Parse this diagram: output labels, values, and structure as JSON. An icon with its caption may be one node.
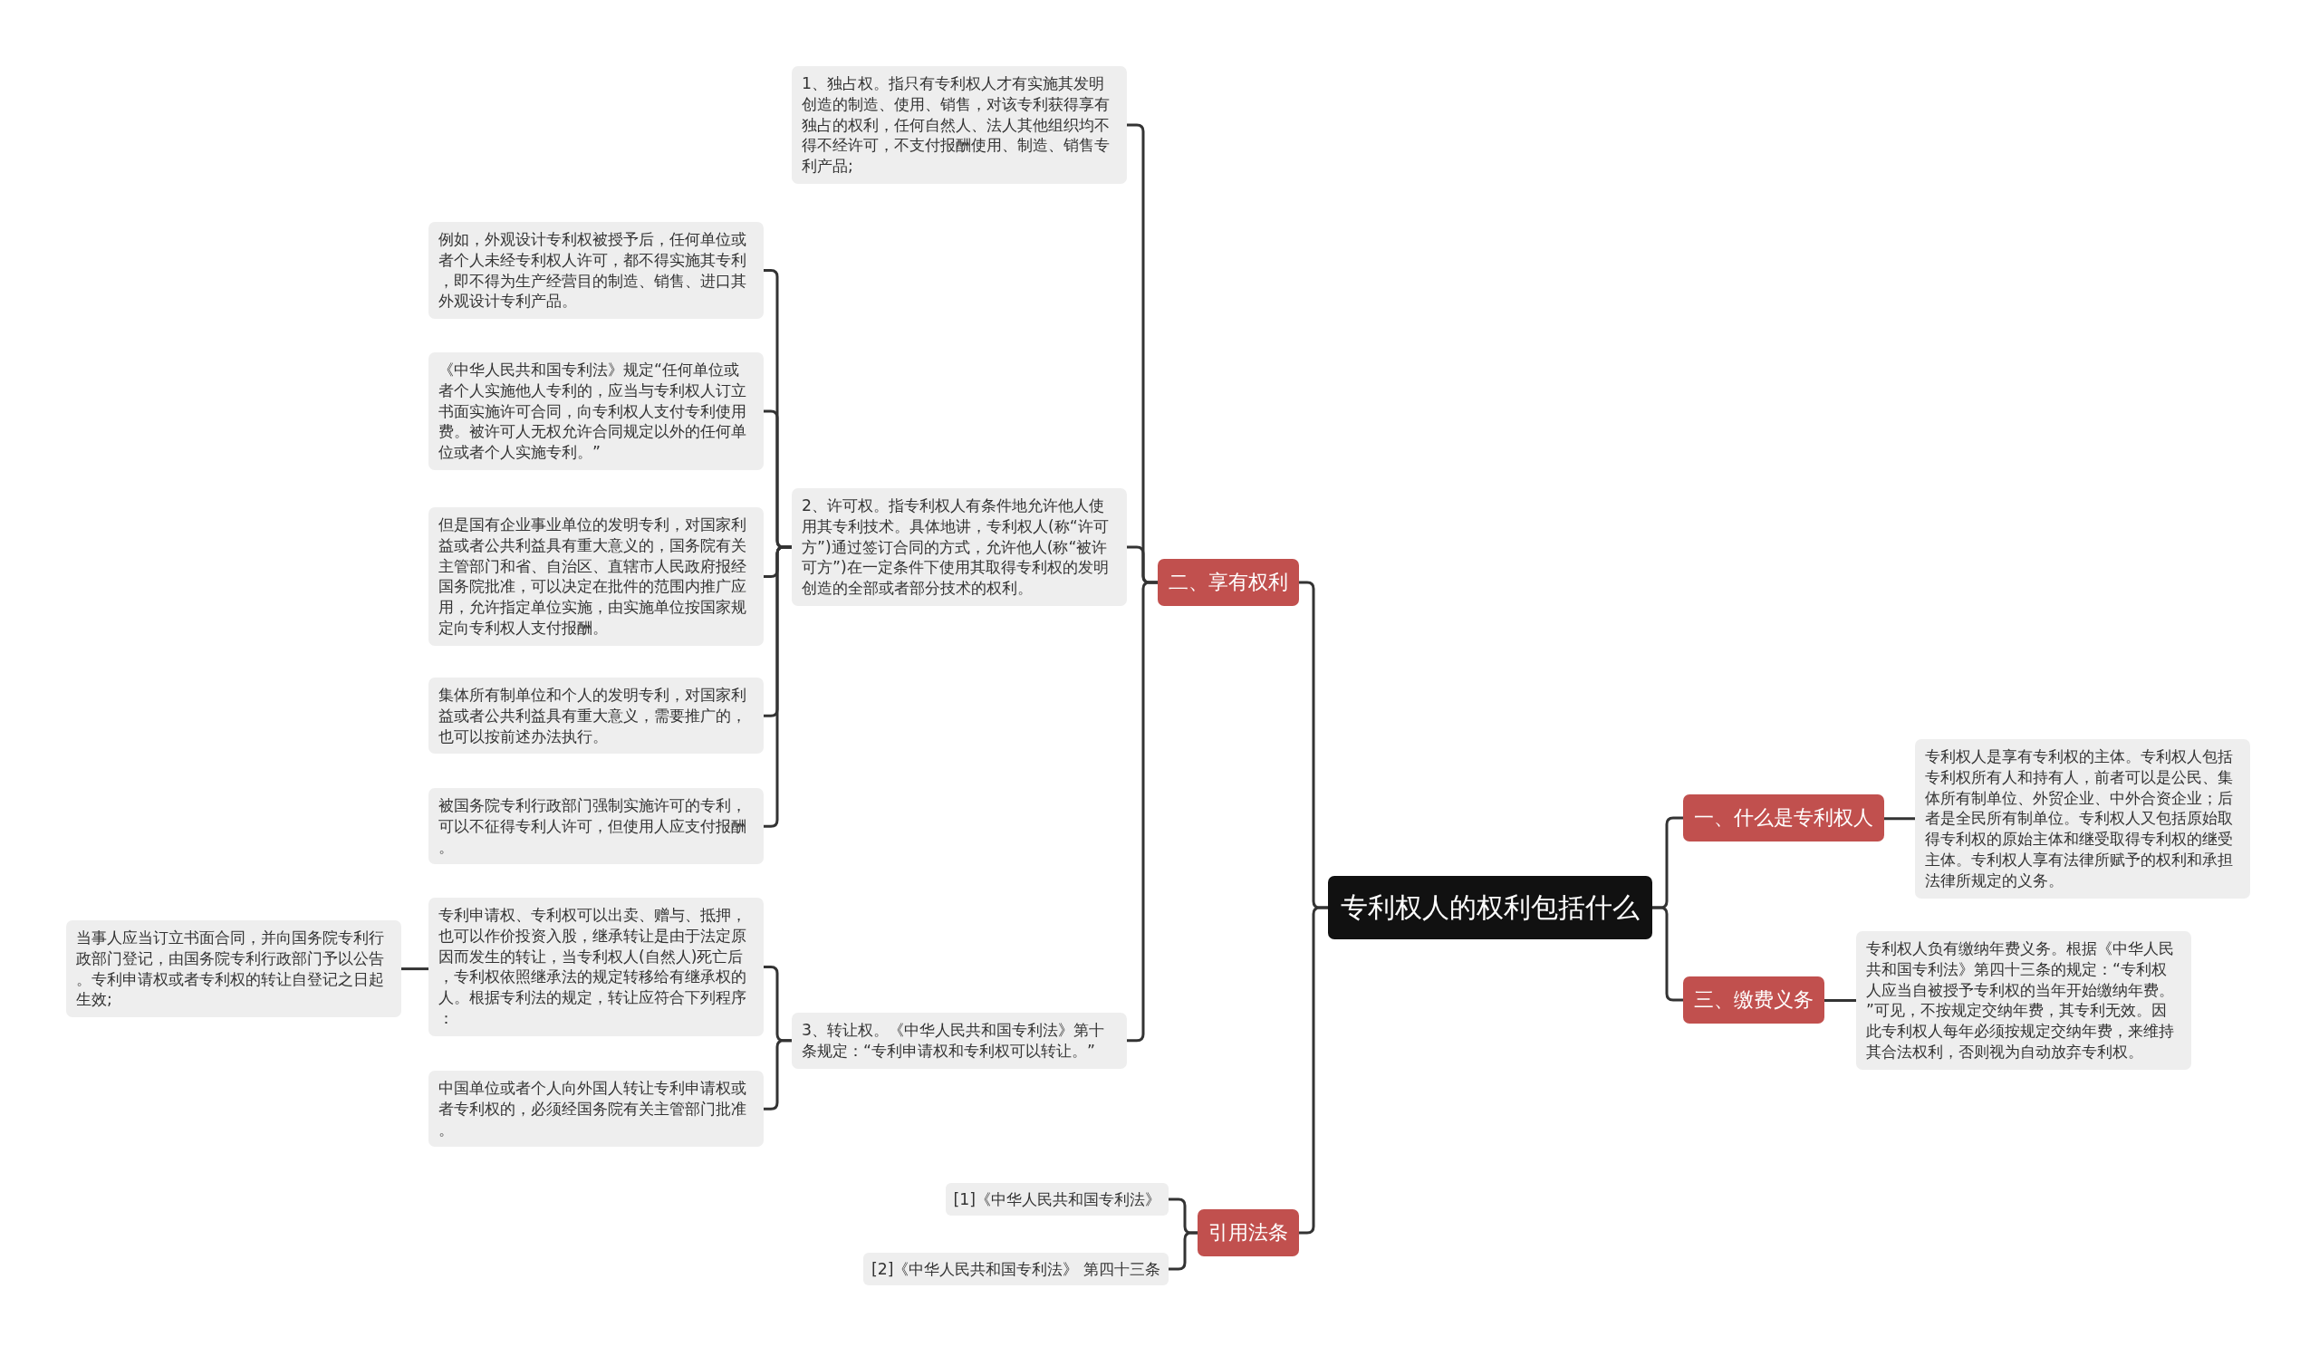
{
  "diagram": {
    "nodes": [
      {
        "text": [
          "专利权人的权利包括什么"
        ]
      },
      {
        "text": [
          "二、享有权利"
        ]
      },
      {
        "text": [
          "1、独占权。指只有专利权人才有实施其发明创造的制造、使用、销售，对该专利获得享有独占的权利，任何自然人、法人其他组织均不得不经许可，不支付报酬使用、制造、销售专利产品;"
        ]
      },
      {
        "text": [
          "2、许可权。指专利权人有条件地允许他人使用其专利技术。具体地讲，专利权人(称“许可方”)通过签订合同的方式，允许他人(称“被许可方”)在一定条件下使用其取得专利权的发明创造的全部或者部分技术的权利。"
        ]
      },
      {
        "text": [
          "例如，外观设计专利权被授予后，任何单位或者个人未经专利权人许可，都不得实施其专利，即不得为生产经营目的制造、销售、进口其外观设计专利产品。"
        ]
      },
      {
        "text": [
          "《中华人民共和国专利法》规定“任何单位或者个人实施他人专利的，应当与专利权人订立书面实施许可合同，向专利权人支付专利使用费。被许可人无权允许合同规定以外的任何单位或者个人实施专利。”"
        ]
      },
      {
        "text": [
          "但是国有企业事业单位的发明专利，对国家利益或者公共利益具有重大意义的，国务院有关主管部门和省、自治区、直辖市人民政府报经国务院批准，可以决定在批件的范围内推广应用，允许指定单位实施，由实施单位按国家规定向专利权人支付报酬。"
        ]
      },
      {
        "text": [
          "集体所有制单位和个人的发明专利，对国家利益或者公共利益具有重大意义，需要推广的，也可以按前述办法执行。"
        ]
      },
      {
        "text": [
          "被国务院专利行政部门强制实施许可的专利，可以不征得专利人许可，但使用人应支付报酬。"
        ]
      },
      {
        "text": [
          "3、转让权。《中华人民共和国专利法》第十条规定：“专利申请权和专利权可以转让。”"
        ]
      },
      {
        "text": [
          "专利申请权、专利权可以出卖、赠与、抵押，也可以作价投资入股，继承转让是由于法定原因而发生的转让，当专利权人(自然人)死亡后，专利权依照继承法的规定转移给有继承权的人。根据专利法的规定，转让应符合下列程序："
        ]
      },
      {
        "text": [
          "当事人应当订立书面合同，并向国务院专利行政部门登记，由国务院专利行政部门予以公告。专利申请权或者专利权的转让自登记之日起生效;"
        ]
      },
      {
        "text": [
          "中国单位或者个人向外国人转让专利申请权或者专利权的，必须经国务院有关主管部门批准。"
        ]
      },
      {
        "text": [
          "引用法条"
        ]
      },
      {
        "text": [
          "[1]《中华人民共和国专利法》"
        ]
      },
      {
        "text": [
          "[2]《中华人民共和国专利法》 第四十三条"
        ]
      },
      {
        "text": [
          "一、什么是专利权人"
        ]
      },
      {
        "text": [
          "专利权人是享有专利权的主体。专利权人包括专利权所有人和持有人，前者可以是公民、集体所有制单位、外贸企业、中外合资企业；后者是全民所有制单位。专利权人又包括原始取得专利权的原始主体和继受取得专利权的继受主体。专利权人享有法律所赋予的权利和承担法律所规定的义务。"
        ]
      },
      {
        "text": [
          "三、缴费义务"
        ]
      },
      {
        "text": [
          "专利权人负有缴纳年费义务。根据《中华人民共和国专利法》第四十三条的规定：“专利权人应当自被授予专利权的当年开始缴纳年费。”可见，不按规定交纳年费，其专利无效。因此专利权人每年必须按规定交纳年费，来维持其合法权利，否则视为自动放弃专利权。"
        ]
      }
    ],
    "edges": [
      {
        "from": 0,
        "to": 1,
        "arrow": "none"
      },
      {
        "from": 1,
        "to": 2,
        "arrow": "none"
      },
      {
        "from": 1,
        "to": 3,
        "arrow": "none"
      },
      {
        "from": 3,
        "to": 4,
        "arrow": "none"
      },
      {
        "from": 3,
        "to": 5,
        "arrow": "none"
      },
      {
        "from": 3,
        "to": 6,
        "arrow": "none"
      },
      {
        "from": 3,
        "to": 7,
        "arrow": "none"
      },
      {
        "from": 3,
        "to": 8,
        "arrow": "none"
      },
      {
        "from": 1,
        "to": 9,
        "arrow": "none"
      },
      {
        "from": 9,
        "to": 10,
        "arrow": "none"
      },
      {
        "from": 10,
        "to": 11,
        "arrow": "none"
      },
      {
        "from": 9,
        "to": 12,
        "arrow": "none"
      },
      {
        "from": 0,
        "to": 13,
        "arrow": "none"
      },
      {
        "from": 13,
        "to": 14,
        "arrow": "none"
      },
      {
        "from": 13,
        "to": 15,
        "arrow": "none"
      },
      {
        "from": 0,
        "to": 16,
        "arrow": "none"
      },
      {
        "from": 16,
        "to": 17,
        "arrow": "none"
      },
      {
        "from": 0,
        "to": 18,
        "arrow": "none"
      },
      {
        "from": 18,
        "to": 19,
        "arrow": "none"
      }
    ]
  }
}
